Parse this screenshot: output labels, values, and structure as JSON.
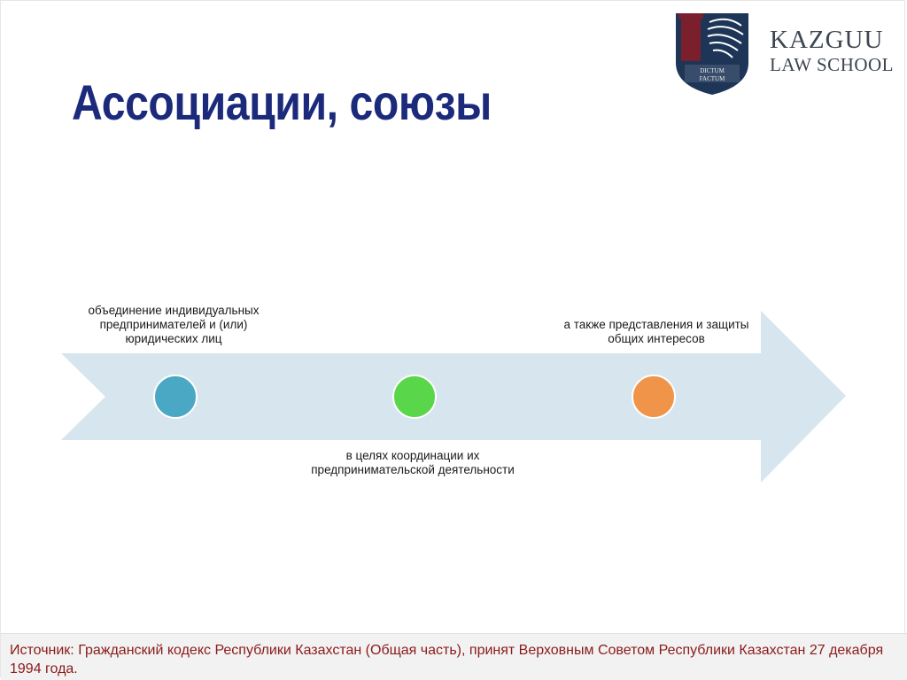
{
  "slide": {
    "title": "Ассоциации, союзы"
  },
  "logo": {
    "line1": "KAZGUU",
    "line2": "LAW SCHOOL",
    "emblem_text_1": "DICTUM",
    "emblem_text_2": "FACTUM",
    "colors": {
      "navy": "#1d3557",
      "maroon": "#7a1f2b"
    }
  },
  "diagram": {
    "arrow_color": "#d6e5ee",
    "items": [
      {
        "label": "объединение индивидуальных предпринимателей и (или) юридических лиц",
        "dot_color": "#4aa8c4"
      },
      {
        "label": "в целях координации их предпринимательской деятельности",
        "dot_color": "#5ad64a"
      },
      {
        "label": "а также представления и защиты общих интересов",
        "dot_color": "#f0944a"
      }
    ]
  },
  "footer": {
    "source": "Источник: Гражданский кодекс Республики Казахстан (Общая часть), принят Верховным Советом Республики Казахстан 27 декабря 1994 года."
  }
}
